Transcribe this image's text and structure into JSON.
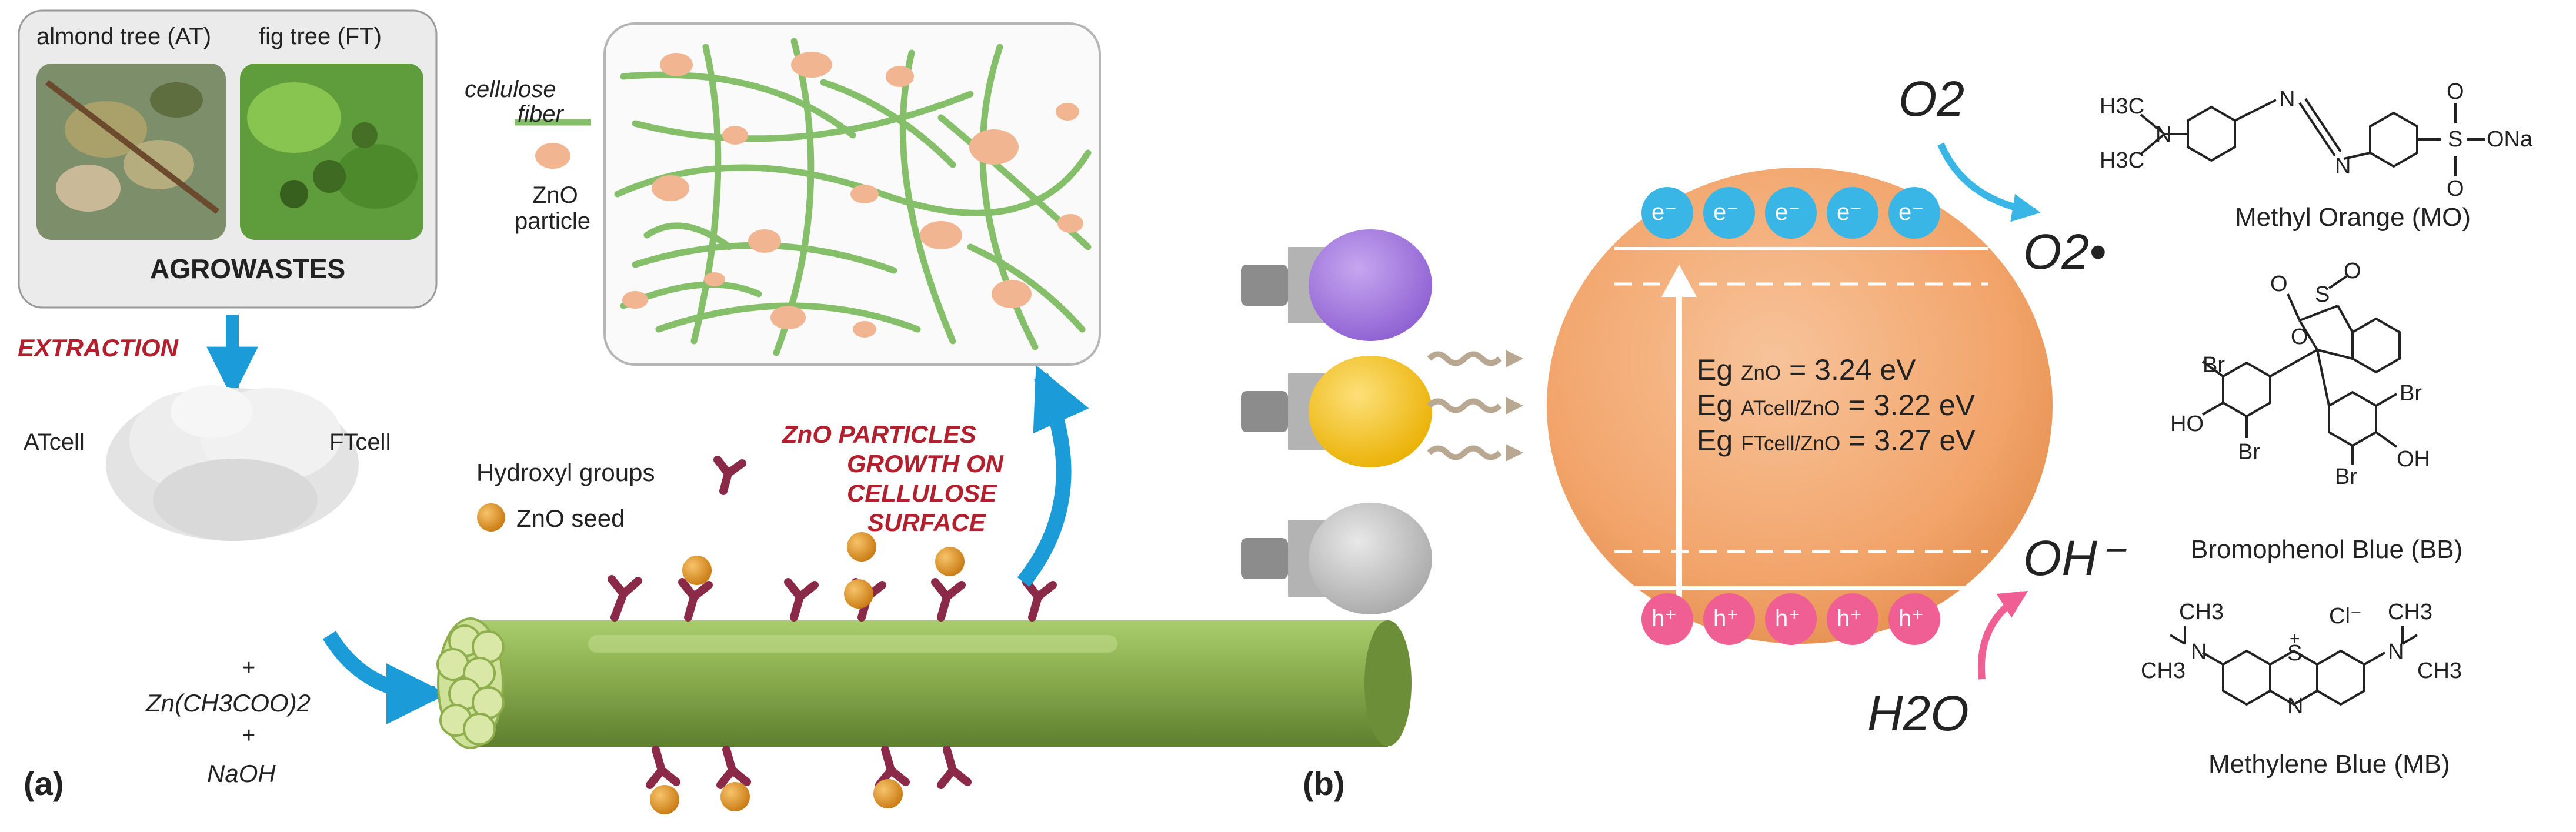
{
  "panel_a": {
    "label": "(a)",
    "almond_label": "almond tree (AT)",
    "fig_label": "fig tree (FT)",
    "agrowastes": "AGROWASTES",
    "extraction": "EXTRACTION",
    "atcell": "ATcell",
    "ftcell": "FTcell",
    "plus1": "+",
    "zinc_acetate": "Zn(CH3COO)2",
    "plus2": "+",
    "naoh": "NaOH",
    "hydroxyl_groups": "Hydroxyl groups",
    "zno_seed": "ZnO seed",
    "growth_text": [
      "ZnO PARTICLES",
      "GROWTH ON",
      "CELLULOSE",
      "SURFACE"
    ],
    "legend_fiber": [
      "cellulose",
      "fiber"
    ],
    "legend_particle": [
      "ZnO",
      "particle"
    ]
  },
  "panel_b": {
    "label": "(b)",
    "electron": "e⁻",
    "hole": "h⁺",
    "o2": "O2",
    "o2_radical": "O2•",
    "oh": "OH⁻",
    "h2o": "H2O",
    "eg": [
      {
        "prefix": "Eg",
        "sub": "ZnO",
        "value": "= 3.24 eV"
      },
      {
        "prefix": "Eg",
        "sub": "ATcell/ZnO",
        "value": "= 3.22 eV"
      },
      {
        "prefix": "Eg",
        "sub": "FTcell/ZnO",
        "value": "= 3.27 eV"
      }
    ],
    "dyes": [
      {
        "name": "Methyl Orange (MO)"
      },
      {
        "name": "Bromophenol Blue (BB)"
      },
      {
        "name": "Methylene Blue (MB)"
      }
    ],
    "atoms": {
      "h3c": "H3C",
      "n": "N",
      "s": "S",
      "o": "O",
      "ona": "ONa",
      "br": "Br",
      "ho": "HO",
      "oh": "OH",
      "ch3": "CH3",
      "cl": "Cl⁻",
      "plus": "+"
    }
  },
  "colors": {
    "blue_arrow": "#1b9bd7",
    "red_text": "#b21f2d",
    "fiber_green": "#86bf6a",
    "zno_particle": "#f2b592",
    "sphere_orange": "#f2a56b",
    "electron_blue": "#39b5e6",
    "hole_pink": "#ef5f94",
    "hydroxyl_maroon": "#8a2a48",
    "seed_orange": "#d98a1c",
    "bulb_purple": "#a77de0",
    "bulb_yellow": "#f6c51a",
    "bulb_gray": "#c6c6c6"
  }
}
